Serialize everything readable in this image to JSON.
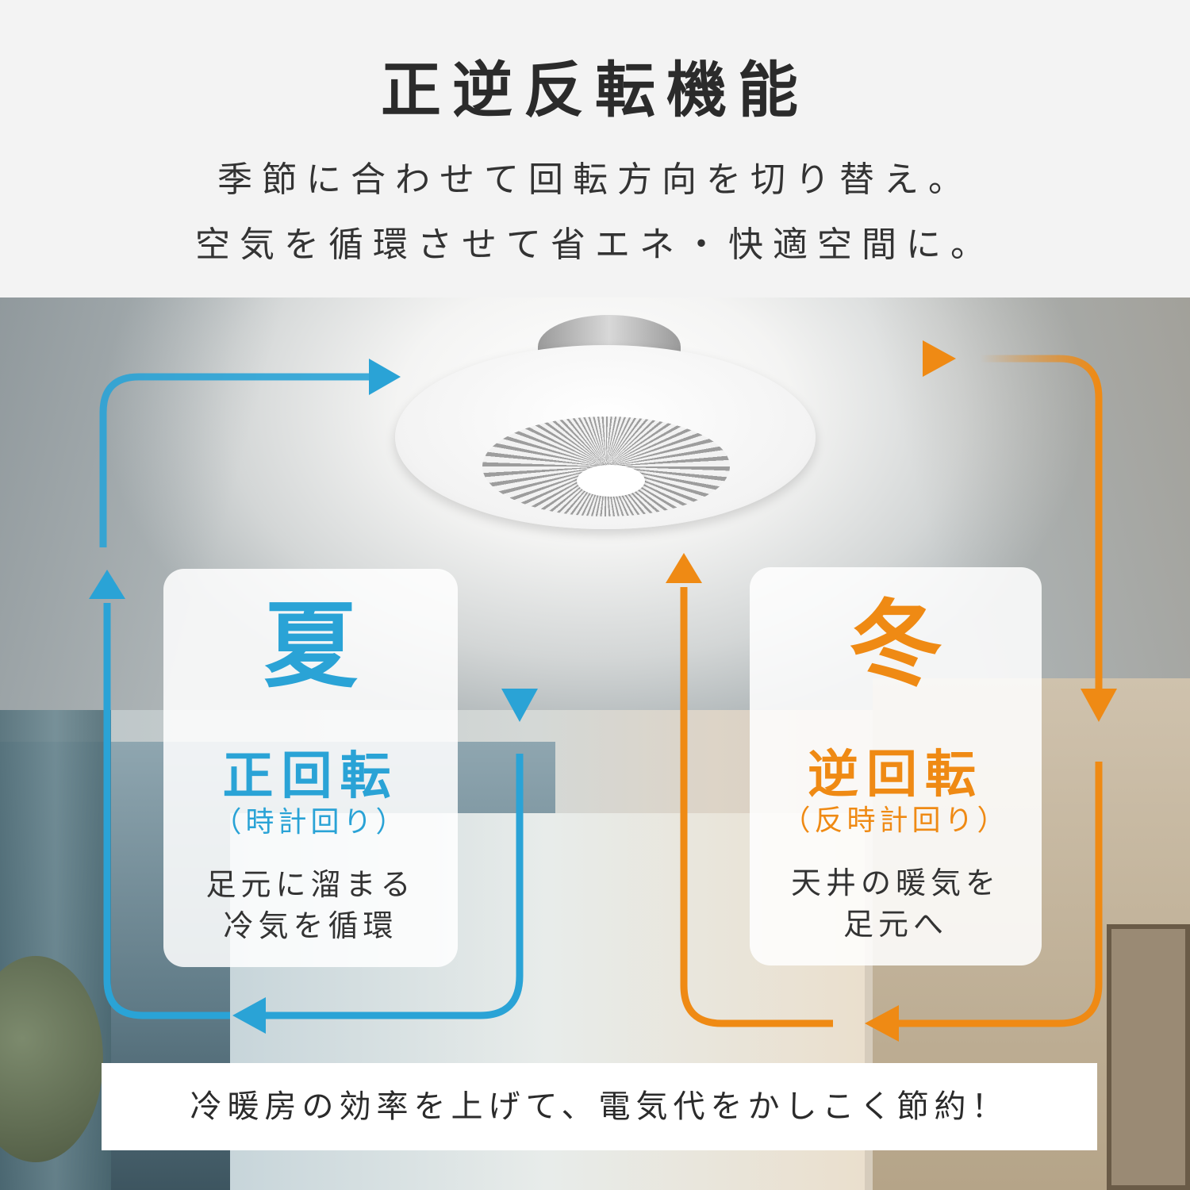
{
  "header": {
    "title": "正逆反転機能",
    "subtitle_line1": "季節に合わせて回転方向を切り替え。",
    "subtitle_line2": "空気を循環させて省エネ・快適空間に。"
  },
  "summer": {
    "season": "夏",
    "rotation": "正回転",
    "rotation_sub": "（時計回り）",
    "desc_line1": "足元に溜まる",
    "desc_line2": "冷気を循環"
  },
  "winter": {
    "season": "冬",
    "rotation": "逆回転",
    "rotation_sub": "（反時計回り）",
    "desc_line1": "天井の暖気を",
    "desc_line2": "足元へ"
  },
  "footer": {
    "text": "冷暖房の効率を上げて、電気代をかしこく節約！"
  },
  "colors": {
    "summer_blue": "#2aa3d6",
    "winter_orange": "#ef8a14",
    "header_bg": "#f3f3f3"
  }
}
